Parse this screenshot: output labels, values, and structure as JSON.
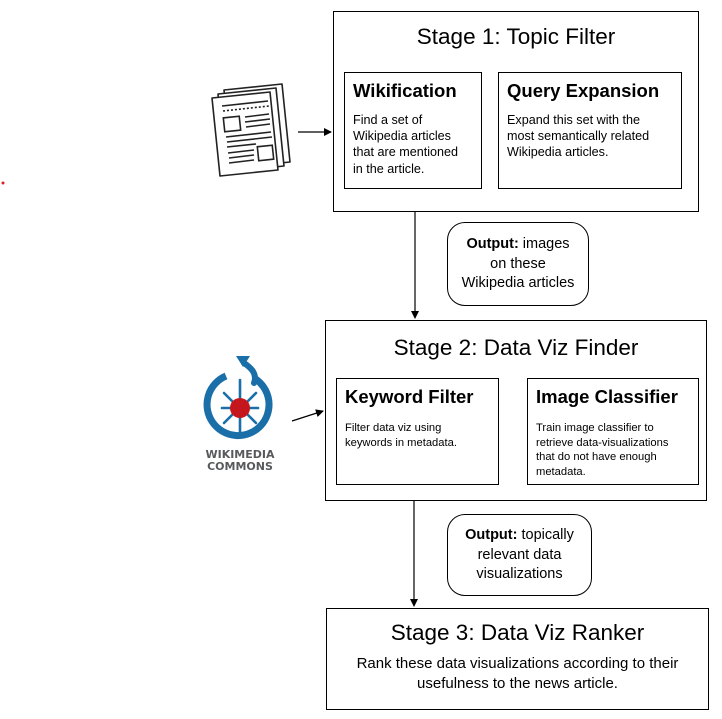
{
  "stage1": {
    "title": "Stage 1: Topic Filter",
    "wikification": {
      "title": "Wikification",
      "desc_lines": [
        "Find a set of",
        "Wikipedia articles",
        "that are mentioned",
        "in the article."
      ]
    },
    "query_expansion": {
      "title": "Query Expansion",
      "desc_lines": [
        "Expand this set with the",
        "most semantically related",
        "Wikipedia articles."
      ]
    }
  },
  "output1": {
    "label": "Output:",
    "line1_rest": " images",
    "line2": "on these",
    "line3": "Wikipedia articles"
  },
  "stage2": {
    "title": "Stage 2: Data Viz Finder",
    "keyword_filter": {
      "title": "Keyword Filter",
      "desc_lines": [
        "Filter data viz using",
        "keywords in metadata."
      ]
    },
    "image_classifier": {
      "title": "Image Classifier",
      "desc_lines": [
        "Train image classifier to",
        "retrieve data-visualizations",
        "that do not have enough",
        "metadata."
      ]
    }
  },
  "output2": {
    "label": "Output:",
    "line1_rest": " topically",
    "line2": "relevant data",
    "line3": "visualizations"
  },
  "stage3": {
    "title": "Stage 3: Data Viz Ranker",
    "desc_lines": [
      "Rank these data visualizations according to their",
      "usefulness to the news article."
    ]
  },
  "wikimedia_logo": {
    "wordmark_line1": "WIKIMEDIA",
    "wordmark_line2": "COMMONS",
    "colors": {
      "blue": "#1a6fa8",
      "red": "#c4161c",
      "text": "#58595b"
    }
  },
  "newspaper_icon": {
    "name": "newspaper-icon"
  }
}
